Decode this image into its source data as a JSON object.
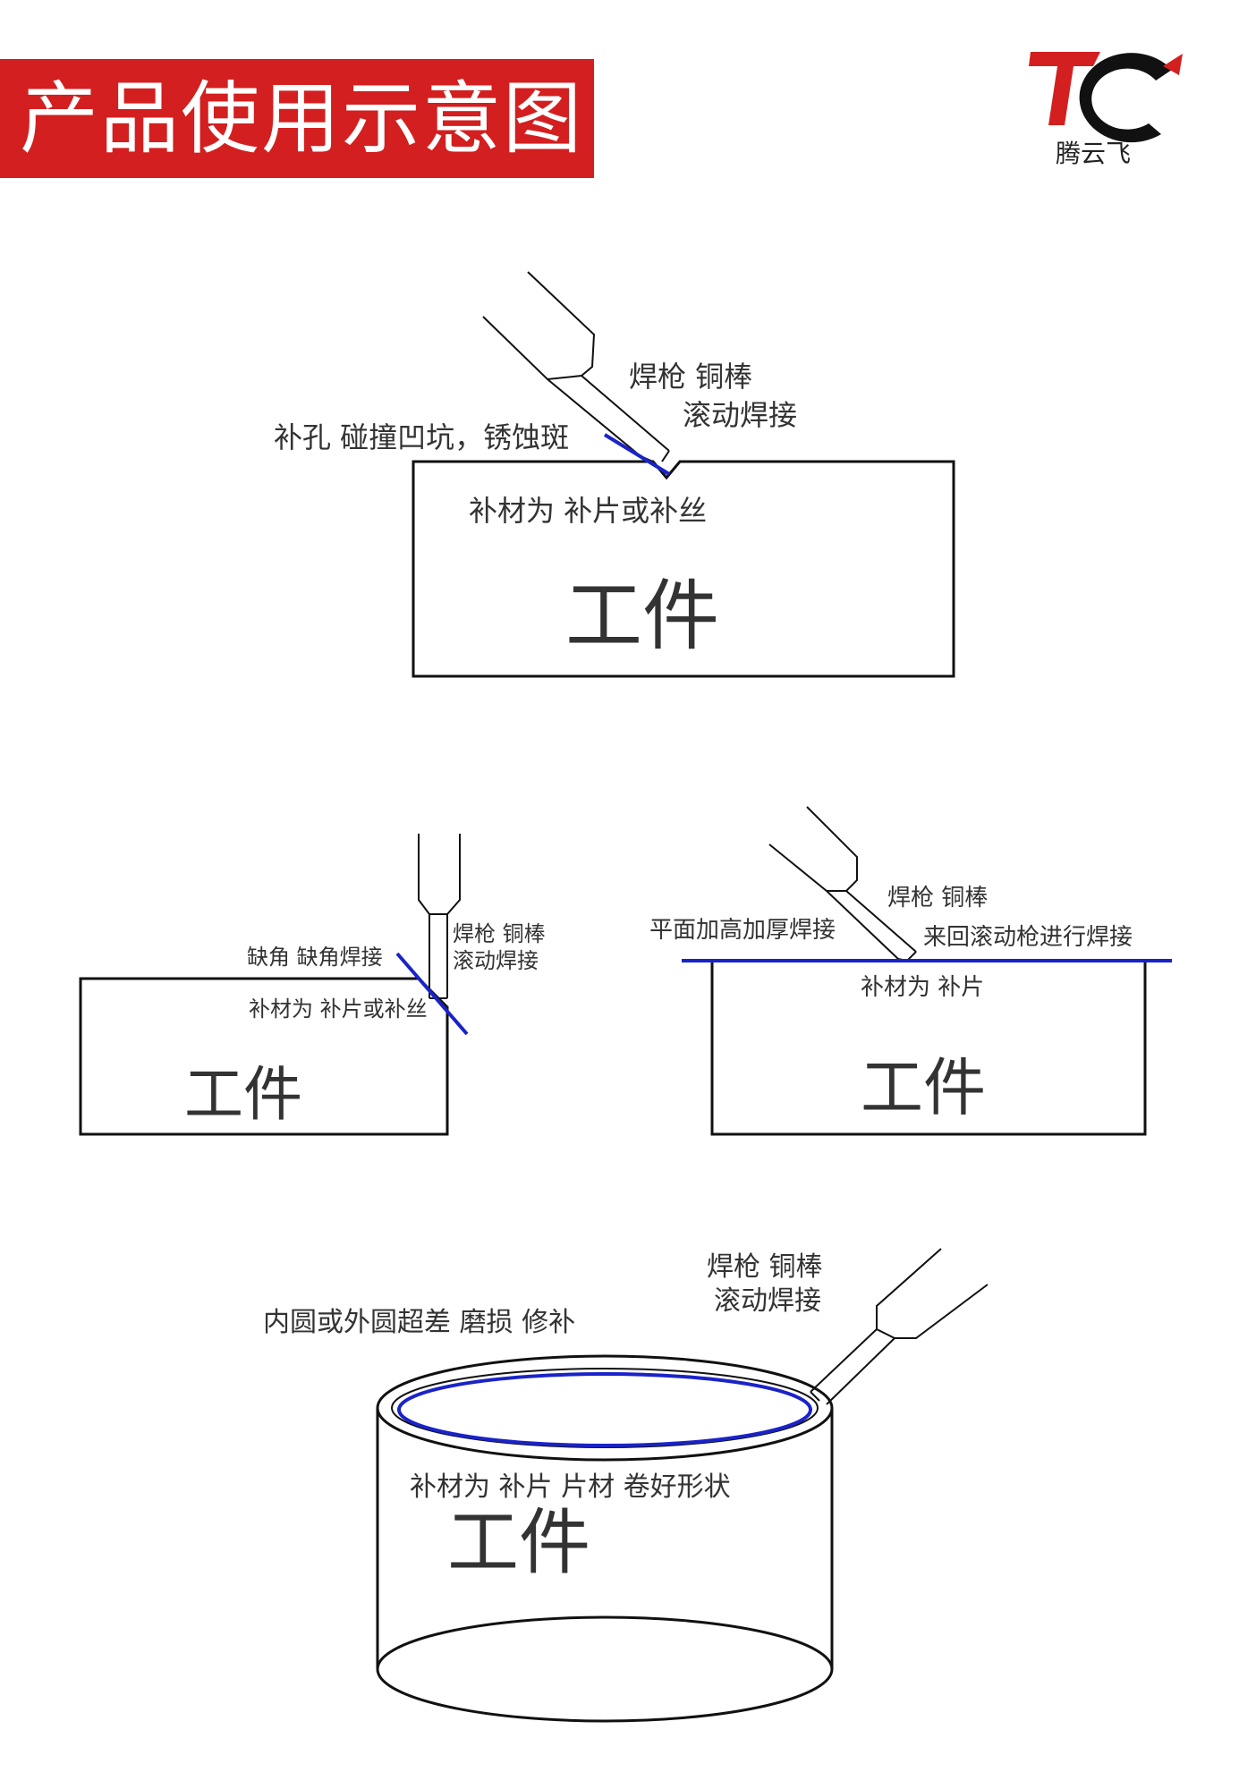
{
  "header": {
    "title": "产品使用示意图",
    "brand_name": "腾云飞",
    "logo_letters": "TC",
    "banner_color": "#d31f1f"
  },
  "diagram1": {
    "gun_label": "焊枪  铜棒",
    "rolling_label": "滚动焊接",
    "defect_label": "补孔  碰撞凹坑，锈蚀斑",
    "material_label": "补材为  补片或补丝",
    "workpiece_label": "工件"
  },
  "diagram2": {
    "gun_label": "焊枪  铜棒",
    "rolling_label": "滚动焊接",
    "defect_label": "缺角  缺角焊接",
    "material_label": "补材为  补片或补丝",
    "workpiece_label": "工件"
  },
  "diagram3": {
    "gun_label": "焊枪  铜棒",
    "rolling_label": "来回滚动枪进行焊接",
    "defect_label": "平面加高加厚焊接",
    "material_label": "补材为  补片",
    "workpiece_label": "工件"
  },
  "diagram4": {
    "gun_label": "焊枪  铜棒",
    "rolling_label": "滚动焊接",
    "defect_label": "内圆或外圆超差  磨损  修补",
    "material_label": "补材为  补片  片材  卷好形状",
    "workpiece_label": "工件"
  },
  "colors": {
    "filler_line": "#1a23c8",
    "outline": "#111111"
  }
}
